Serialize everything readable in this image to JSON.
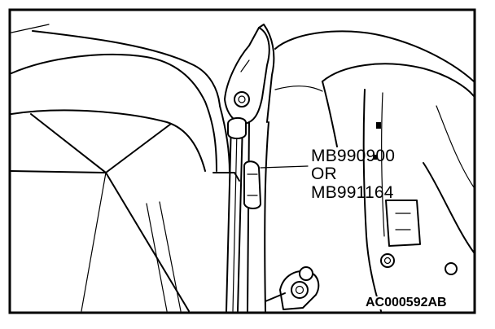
{
  "callout": {
    "tool_primary": "MB990900",
    "conjunction": "OR",
    "tool_alternate": "MB991164"
  },
  "figure_code": "AC000592AB"
}
